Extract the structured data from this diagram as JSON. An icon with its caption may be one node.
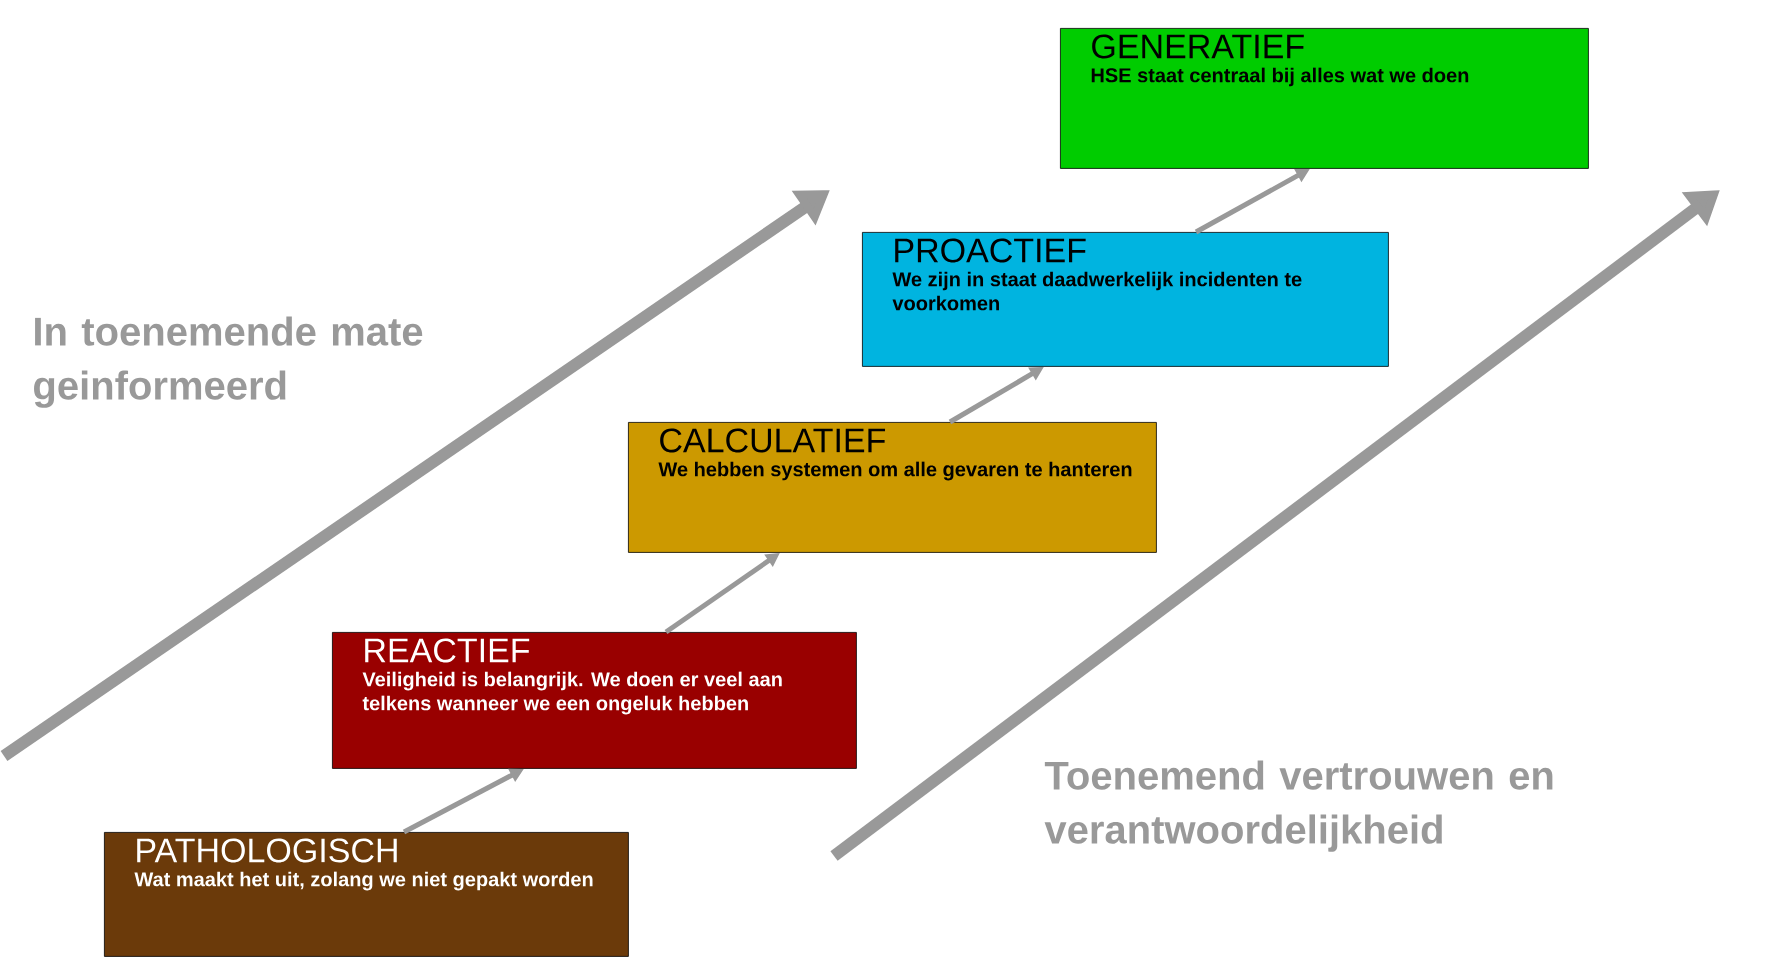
{
  "diagram": {
    "nodes": [
      {
        "text": [
          "PATHOLOGISCH",
          "Wat maakt het uit, zolang we niet gepakt worden"
        ]
      },
      {
        "text": [
          "REACTIEF",
          "Veiligheid is belangrijk. We doen er veel aan telkens wanneer we een ongeluk hebben"
        ]
      },
      {
        "text": [
          "CALCULATIEF",
          "We hebben systemen om alle gevaren te hanteren"
        ]
      },
      {
        "text": [
          "PROACTIEF",
          "We zijn in staat daadwerkelijk incidenten te voorkomen"
        ]
      },
      {
        "text": [
          "GENERATIEF",
          "HSE staat centraal bij alles wat we doen"
        ]
      }
    ],
    "edges": [
      {
        "from": 0,
        "to": 1,
        "arrow": "to"
      },
      {
        "from": 1,
        "to": 2,
        "arrow": "to"
      },
      {
        "from": 2,
        "to": 3,
        "arrow": "to"
      },
      {
        "from": 3,
        "to": 4,
        "arrow": "to"
      }
    ],
    "labels": [
      "In toenemende mate geinformeerd",
      "Toenemend vertrouwen en verantwoordelijkheid"
    ]
  }
}
